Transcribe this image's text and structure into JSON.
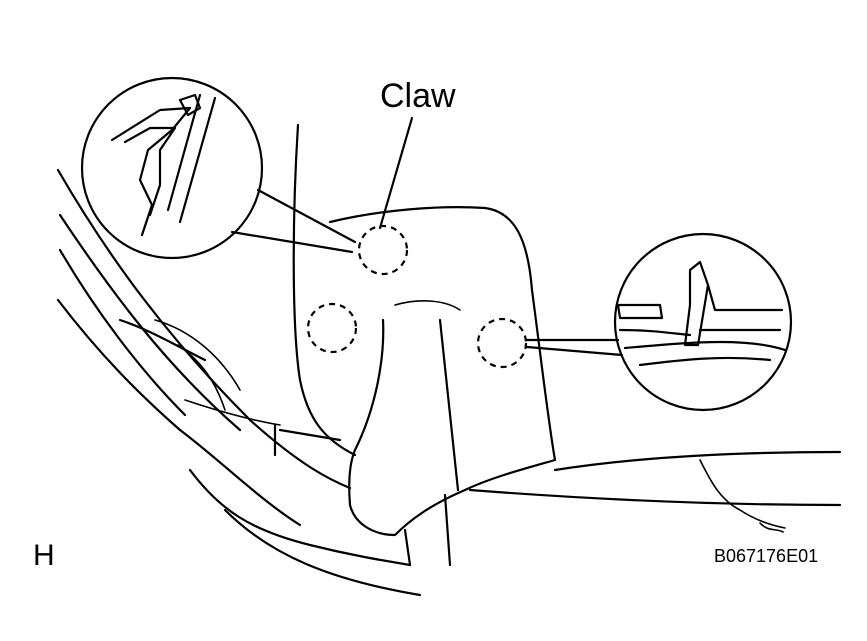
{
  "labels": {
    "claw": "Claw",
    "view_letter": "H",
    "figure_code": "B067176E01"
  },
  "colors": {
    "ink": "#000000",
    "paper": "#ffffff"
  }
}
